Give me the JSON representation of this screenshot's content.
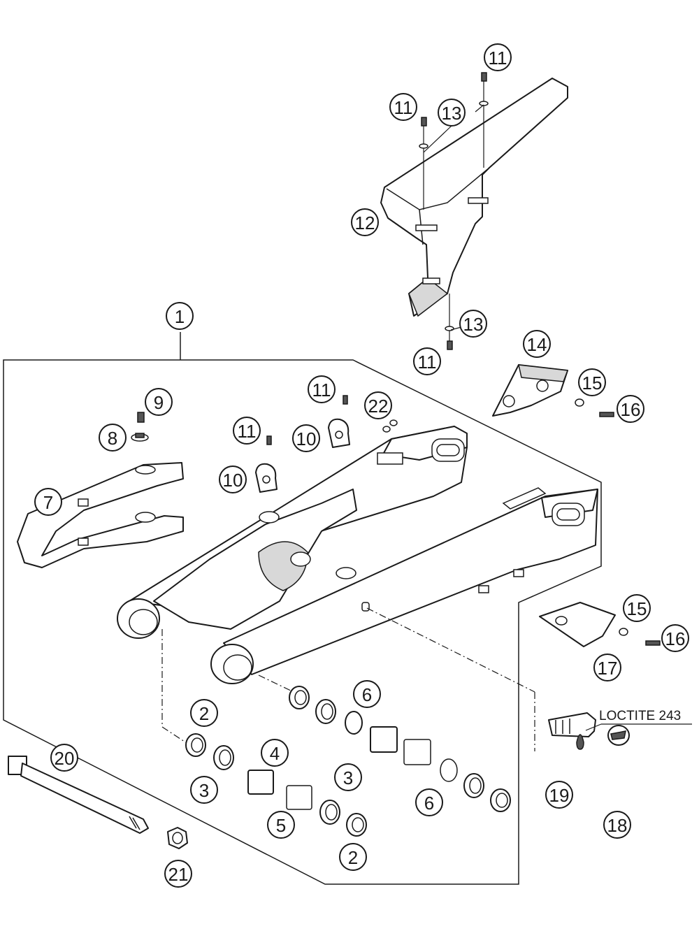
{
  "diagram": {
    "note": "LOCTITE 243",
    "callouts": [
      "1",
      "2",
      "3",
      "4",
      "5",
      "6",
      "7",
      "8",
      "9",
      "10",
      "11",
      "12",
      "13",
      "14",
      "15",
      "16",
      "17",
      "18",
      "19",
      "20",
      "21",
      "22"
    ]
  }
}
